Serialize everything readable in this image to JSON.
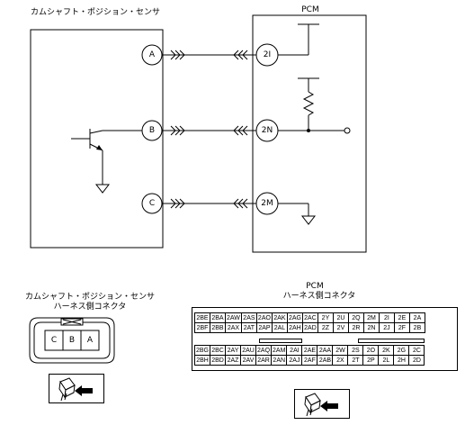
{
  "diagram": {
    "cmp_sensor_title": "カムシャフト・ポジション・センサ",
    "pcm_title": "PCM",
    "sensor_pins": [
      "A",
      "B",
      "C"
    ],
    "pcm_pins": [
      "2I",
      "2N",
      "2M"
    ]
  },
  "sensor_connector": {
    "title_line1": "カムシャフト・ポジション・センサ",
    "title_line2": "ハーネス側コネクタ",
    "pins": [
      "C",
      "B",
      "A"
    ]
  },
  "pcm_connector": {
    "title_line1": "PCM",
    "title_line2": "ハーネス側コネクタ",
    "top_rows": [
      [
        "2BE",
        "2BA",
        "2AW",
        "2AS",
        "2AO",
        "2AK",
        "2AG",
        "2AC",
        "2Y",
        "2U",
        "2Q",
        "2M",
        "2I",
        "2E",
        "2A"
      ],
      [
        "2BF",
        "2BB",
        "2AX",
        "2AT",
        "2AP",
        "2AL",
        "2AH",
        "2AD",
        "2Z",
        "2V",
        "2R",
        "2N",
        "2J",
        "2F",
        "2B"
      ]
    ],
    "bottom_rows": [
      [
        "2BG",
        "2BC",
        "2AY",
        "2AU",
        "2AQ",
        "2AM",
        "2AI",
        "2AE",
        "2AA",
        "2W",
        "2S",
        "2O",
        "2K",
        "2G",
        "2C"
      ],
      [
        "2BH",
        "2BD",
        "2AZ",
        "2AV",
        "2AR",
        "2AN",
        "2AJ",
        "2AF",
        "2AB",
        "2X",
        "2T",
        "2P",
        "2L",
        "2H",
        "2D"
      ]
    ]
  }
}
